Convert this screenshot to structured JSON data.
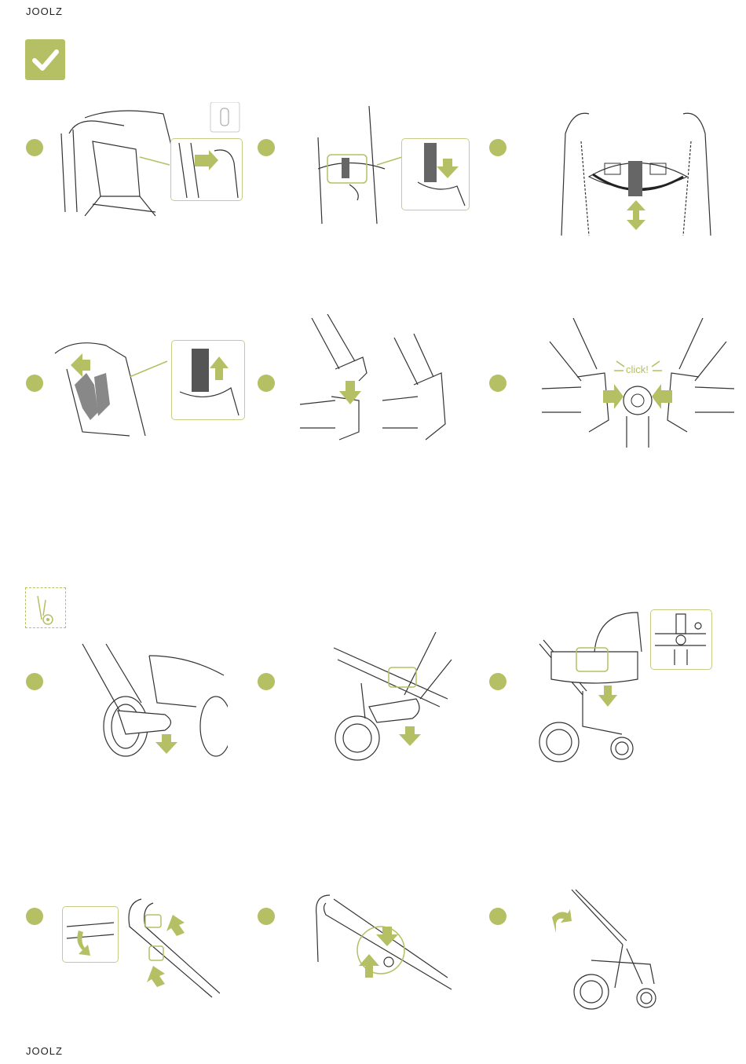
{
  "brand": {
    "logo_text": "JOOLZ"
  },
  "footer": {
    "logo_text": "JOOLZ"
  },
  "labels": {
    "click": "click!"
  },
  "colors": {
    "accent": "#b5bf63",
    "line": "#333333"
  },
  "icons": {
    "check_badge": "checkmark-icon",
    "fold_badge": "fold-stroller-icon",
    "step_marker": "green-circle"
  }
}
